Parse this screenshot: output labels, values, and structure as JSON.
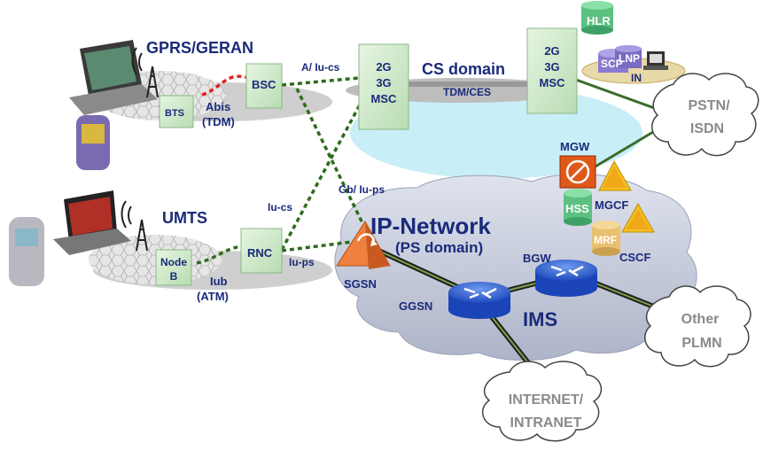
{
  "labels": {
    "gprs_geran": "GPRS/GERAN",
    "umts": "UMTS",
    "bts": "BTS",
    "abis": "Abis",
    "abis_tdm": "(TDM)",
    "bsc": "BSC",
    "a_iu_cs": "A/ Iu-cs",
    "msc1": [
      "2G",
      "3G",
      "MSC"
    ],
    "cs_domain": "CS domain",
    "tdm_ces": "TDM/CES",
    "msc2": [
      "2G",
      "3G",
      "MSC"
    ],
    "hlr": "HLR",
    "scp": "SCP",
    "lnp": "LNP",
    "in": "IN",
    "pstn": [
      "PSTN/",
      "ISDN"
    ],
    "mgw": "MGW",
    "hss": "HSS",
    "mgcf": "MGCF",
    "mrf": "MRF",
    "cscf": "CSCF",
    "gb_iu_ps": "Gb/ Iu-ps",
    "iu_cs": "Iu-cs",
    "node_b": [
      "Node",
      "B"
    ],
    "iub": "Iub",
    "iub_atm": "(ATM)",
    "rnc": "RNC",
    "iu_ps": "Iu-ps",
    "ip_network": "IP-Network",
    "ps_domain": "(PS domain)",
    "sgsn": "SGSN",
    "bgw": "BGW",
    "ggsn": "GGSN",
    "ims": "IMS",
    "other_plmn": [
      "Other",
      "PLMN"
    ],
    "internet": [
      "INTERNET/",
      "INTRANET"
    ]
  },
  "colors": {
    "navy_text": "#1a2a7a",
    "box_green": "#cde8c8",
    "cs_domain_cyan": "#c8eef8",
    "ip_cloud": "#c8cddc",
    "dashed_link": "#2f6b1e",
    "router_blue": "#2255cc",
    "sgsn_orange": "#f08040",
    "mgw_orange": "#e05818",
    "abis_red": "#e02020"
  }
}
